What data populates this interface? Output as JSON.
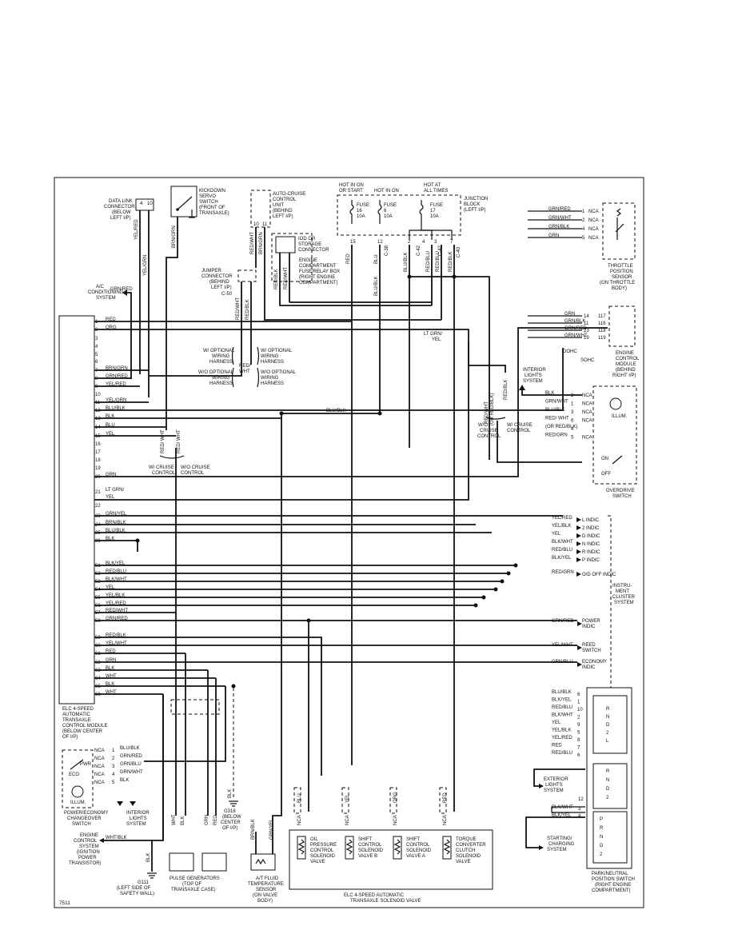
{
  "page_number": "7511",
  "ecm": {
    "title": [
      "ELC 4-SPEED",
      "AUTOMATIC",
      "TRANSAXLE",
      "CONTROL MODULE",
      "(BELOW CENTER",
      "OF I/P)"
    ],
    "pins": [
      {
        "n": "1",
        "c": "RED"
      },
      {
        "n": "2",
        "c": "ORG"
      },
      {
        "n": "3",
        "c": ""
      },
      {
        "n": "4",
        "c": ""
      },
      {
        "n": "5",
        "c": ""
      },
      {
        "n": "6",
        "c": ""
      },
      {
        "n": "7",
        "c": "BRN/GRN"
      },
      {
        "n": "8",
        "c": "GRN/RED"
      },
      {
        "n": "9",
        "c": "YEL/RED"
      },
      {
        "n": "10",
        "c": ""
      },
      {
        "n": "11",
        "c": "YEL/GRN"
      },
      {
        "n": "12",
        "c": "BLU/BLK"
      },
      {
        "n": "13",
        "c": "BLK"
      },
      {
        "n": "14",
        "c": "BLU"
      },
      {
        "n": "15",
        "c": "YEL"
      },
      {
        "n": "16",
        "c": ""
      },
      {
        "n": "17",
        "c": ""
      },
      {
        "n": "18",
        "c": ""
      },
      {
        "n": "19",
        "c": ""
      },
      {
        "n": "20",
        "c": "GRN"
      },
      {
        "n": "21",
        "c": "LT GRN/ YEL"
      },
      {
        "n": "22",
        "c": ""
      },
      {
        "n": "23",
        "c": "GRN/YEL"
      },
      {
        "n": "24",
        "c": "BRN/BLK"
      },
      {
        "n": "25",
        "c": "BLU/BLK"
      },
      {
        "n": "26",
        "c": "BLK"
      },
      {
        "n": "51",
        "c": "BLK/YEL"
      },
      {
        "n": "52",
        "c": "RED/BLU"
      },
      {
        "n": "53",
        "c": "BLK/WHT"
      },
      {
        "n": "54",
        "c": "YEL"
      },
      {
        "n": "55",
        "c": "YEL/BLK"
      },
      {
        "n": "56",
        "c": "YEL/RED"
      },
      {
        "n": "57",
        "c": "RED/WHT"
      },
      {
        "n": "58",
        "c": "GRN/RED"
      },
      {
        "n": "59",
        "c": "RED/BLK"
      },
      {
        "n": "60",
        "c": "YEL/WHT"
      },
      {
        "n": "61",
        "c": "RED"
      },
      {
        "n": "62",
        "c": "GRN"
      },
      {
        "n": "63",
        "c": "BLK"
      },
      {
        "n": "64",
        "c": "WHT"
      },
      {
        "n": "65",
        "c": "BLK"
      },
      {
        "n": "66",
        "c": "WHT"
      }
    ]
  },
  "top": {
    "dlc": [
      "DATA LINK",
      "CONNECTOR",
      "(BELOW",
      "LEFT I/P)"
    ],
    "dlc_pins": [
      "4",
      "10"
    ],
    "dlc_wires": [
      "YEL/RED",
      "YEL/GRN"
    ],
    "kickdown": [
      "KICKDOWN",
      "SERVO",
      "SWITCH",
      "(FRONT OF",
      "TRANSAXLE)"
    ],
    "kickdown_wire": "BRN/GRN",
    "acu": [
      "AUTO-CRUISE",
      "CONTROL",
      "UNIT",
      "(BEHIND",
      "LEFT I/P)"
    ],
    "acu_pins": [
      "10",
      "11"
    ],
    "acu_wires": [
      "RED/WHT",
      "BRN/GRN"
    ],
    "iod": [
      "IOD OR",
      "STORAGE",
      "CONNECTOR"
    ],
    "engine_box": [
      "ENGINE",
      "COMPARTMENT",
      "FUSE/RELAY BOX",
      "(RIGHT ENGINE",
      "COMPARTMENT)"
    ],
    "jumper": [
      "JUMPER",
      "CONNECTOR",
      "(BEHIND",
      "LEFT I/P)"
    ],
    "jumper_id": "C-50",
    "jumper_wires": [
      "RED/WHT",
      "RED/BLK"
    ],
    "ac": [
      "A/C",
      "CONDITIONING",
      "SYSTEM"
    ],
    "ac_wire": "GRN/RED",
    "optional": {
      "wc_opt": [
        "W/ OPTIONAL",
        "WIRING",
        "HARNESS"
      ],
      "wo_opt": [
        "W/O OPTIONAL",
        "WIRING",
        "HARNESS"
      ],
      "wc_opt2": [
        "W/ OPTIONAL",
        "WIRING",
        "HARNESS"
      ],
      "wo_opt2": [
        "W/O OPTIONAL",
        "WIRING",
        "HARNESS"
      ],
      "center": [
        "RED/",
        "WHT"
      ]
    },
    "hot_labels": [
      [
        "HOT IN ON",
        "OR START"
      ],
      [
        "HOT IN ON"
      ],
      [
        "HOT AT",
        "ALL TIMES"
      ]
    ],
    "fuses": [
      [
        "FUSE",
        "16",
        "10A"
      ],
      [
        "FUSE",
        "6",
        "10A"
      ],
      [
        "FUSE",
        "17",
        "10A"
      ]
    ],
    "junction": [
      "JUNCTION",
      "BLOCK",
      "(LEFT I/P)"
    ],
    "fuse_pins": [
      "15",
      "12",
      "2",
      "4",
      "3",
      "7"
    ],
    "fuse_conns": [
      "C-38",
      "C-42",
      "C-42",
      "C-40"
    ],
    "fuse_wires": [
      "RED",
      "BLU",
      "BLU/BLK",
      "RED/BLU",
      "RED/BLU",
      "RED/BLK"
    ],
    "mid_wires": [
      "RED/BLK",
      "RED/WHT",
      "BLU/BLK"
    ],
    "lt_grn": [
      "LT GRN/",
      "YEL"
    ]
  },
  "right": {
    "tps": [
      "THROTTLE",
      "POSITION",
      "SENSOR",
      "(ON THROTTLE",
      "BODY)"
    ],
    "tps_rows": [
      {
        "w": "GRN/RED",
        "p": "1",
        "t": "NCA"
      },
      {
        "w": "GRN/WHT",
        "p": "2",
        "t": "NCA"
      },
      {
        "w": "GRN/BLK",
        "p": "4",
        "t": "NCA"
      },
      {
        "w": "GRN",
        "p": "5",
        "t": "NCA"
      }
    ],
    "ecm2": [
      "ENGINE",
      "CONTROL",
      "MODULE",
      "(BEHIND",
      "RIGHT I/P)"
    ],
    "ecm2_rows": [
      {
        "w": "GRN",
        "p": "14",
        "t": "117"
      },
      {
        "w": "GRN/BLK",
        "p": "11",
        "t": "116"
      },
      {
        "w": "GRN/RED",
        "p": "23",
        "t": "118"
      },
      {
        "w": "GRN/WHT",
        "p": "19",
        "t": "119"
      }
    ],
    "dohc": "DOHC",
    "sohc": "SOHC",
    "interior": [
      "INTERIOR",
      "LIGHTS",
      "SYSTEM"
    ],
    "od_rows": [
      {
        "w": "BLK",
        "p": "2",
        "t": "NCA"
      },
      {
        "w": "GRN/WHT",
        "p": "1",
        "t": "NCA"
      },
      {
        "w": "BLU/BLK",
        "p": "3",
        "t": "NCA"
      },
      {
        "w": "RED/ WHT",
        "p": "6",
        "t": "NCA"
      },
      {
        "w": "(OR RED/BLK)",
        "p": "4",
        "t": ""
      },
      {
        "w": "RED/GRN",
        "p": "5",
        "t": "NCA"
      }
    ],
    "illum": "ILLUM.",
    "on": "ON",
    "off": "OFF",
    "od_switch": [
      "OVERDRIVE",
      "SWITCH"
    ],
    "cruise_left": [
      "W/O",
      "CRUISE",
      "CONTROL"
    ],
    "cruise_right": [
      "W/ CRUISE",
      "CONTROL"
    ],
    "cruise_wires": [
      "RED/WHT",
      "(OR RED/BLK)",
      "RED/BLK"
    ],
    "cruise_mid_left": [
      "W/ CRUISE",
      "CONTROL"
    ],
    "cruise_mid_right": [
      "W/O CRUISE",
      "CONTROL"
    ],
    "cruise_mid_wires": [
      "RED/ WHT",
      "RED/ WHT"
    ],
    "cluster": [
      {
        "w": "YEL/RED",
        "t": "L INDIC"
      },
      {
        "w": "YEL/BLK",
        "t": "2 INDIC"
      },
      {
        "w": "YEL",
        "t": "D INDIC"
      },
      {
        "w": "BLK/WHT",
        "t": "N INDIC"
      },
      {
        "w": "RED/BLU",
        "t": "R INDIC"
      },
      {
        "w": "BLK/YEL",
        "t": "P INDIC"
      },
      {
        "w": "RED/GRN",
        "t": "O/D OFF INDIC"
      }
    ],
    "cluster_title": [
      "INSTRU-",
      "MENT",
      "CLUSTER",
      "SYSTEM"
    ],
    "power_indic": [
      "GRN/RED",
      "POWER",
      "INDIC"
    ],
    "reed": [
      "YEL/WHT",
      "REED",
      "SWITCH"
    ],
    "economy": [
      "GRN/BLU",
      "ECONOMY",
      "INDIC"
    ],
    "pnp_rows": [
      {
        "w": "BLU/BLK",
        "p": "6"
      },
      {
        "w": "BLK/YEL",
        "p": "1"
      },
      {
        "w": "RED/BLU",
        "p": "10"
      },
      {
        "w": "BLK/WHT",
        "p": "2"
      },
      {
        "w": "YEL",
        "p": "9"
      },
      {
        "w": "YEL/BLK",
        "p": "5"
      },
      {
        "w": "YEL/RED",
        "p": "8"
      },
      {
        "w": "RED",
        "p": "7"
      },
      {
        "w": "RED/BLU",
        "p": "6"
      }
    ],
    "pnp_pins_low": [
      "12",
      "3",
      "4"
    ],
    "pnp_wires_low": [
      "BLK/WHT",
      "BLK/YEL"
    ],
    "exterior": [
      "EXTERIOR",
      "LIGHTS",
      "SYSTEM"
    ],
    "starting": [
      "STARTING/",
      "CHARGING",
      "SYSTEM"
    ],
    "pnp": [
      "PARK/NEUTRAL",
      "POSITION SWITCH",
      "(RIGHT ENGINE",
      "COMPARTMENT)"
    ],
    "pnp_letters": [
      "R",
      "N",
      "D",
      "2",
      "L",
      "P"
    ]
  },
  "bottom": {
    "pe_rows": [
      {
        "t": "NCA",
        "p": "1",
        "w": "BLU/BLK"
      },
      {
        "t": "NCA",
        "p": "2",
        "w": "GRN/RED"
      },
      {
        "t": "NCA",
        "p": "3",
        "w": "GRN/BLU"
      },
      {
        "t": "NCA",
        "p": "4",
        "w": "GRN/WHT"
      },
      {
        "t": "NCA",
        "p": "5",
        "w": "BLK"
      }
    ],
    "pwr": "PWR",
    "eco": "ECO",
    "illum": "ILLUM.",
    "pe_switch": [
      "POWER/ECONOMY",
      "CHANGEOVER",
      "SWITCH"
    ],
    "interior": [
      "INTERIOR",
      "LIGHTS",
      "SYSTEM"
    ],
    "ecs": [
      "ENGINE",
      "CONTROL",
      "SYSTEM",
      "(IGNITION",
      "POWER",
      "TRANSISTOR)"
    ],
    "ecs_wire": "WHT/BLK",
    "ground1": [
      "G111",
      "(LEFT SIDE OF",
      "SAFETY WALL)"
    ],
    "ground1_wire": "BLK",
    "pulse": [
      "PULSE GENERATORS",
      "(TOP OF",
      "TRANSAXLE CASE)"
    ],
    "pulse_wires": [
      "WHT",
      "BLK",
      "GRN",
      "RED"
    ],
    "ground2": [
      "G316",
      "(BELOW",
      "CENTER",
      "OF I/P)"
    ],
    "ground2_wire": "BLK",
    "atf": [
      "A/T FLUID",
      "TEMPERATURE",
      "SENSOR",
      "(ON VALVE",
      "BODY)"
    ],
    "atf_wires": [
      "BRN/BLK",
      "GRN/YEL"
    ],
    "sol_wires": [
      "BLU",
      "YEL",
      "ORG",
      "RED"
    ],
    "solenoids": [
      [
        "OIL",
        "PRESSURE",
        "CONTROL",
        "SOLENOID",
        "VALVE"
      ],
      [
        "SHIFT",
        "CONTROL",
        "SOLENOID",
        "VALVE B"
      ],
      [
        "SHIFT",
        "CONTROL",
        "SOLENOID",
        "VALVE A"
      ],
      [
        "TORQUE",
        "CONVERTER",
        "CLUTCH",
        "SOLENOID",
        "VALVE"
      ]
    ],
    "sol_title": [
      "ELC 4-SPEED AUTOMATIC",
      "TRANSAXLE SOLENOID VALVE"
    ],
    "nca": "NCA"
  }
}
